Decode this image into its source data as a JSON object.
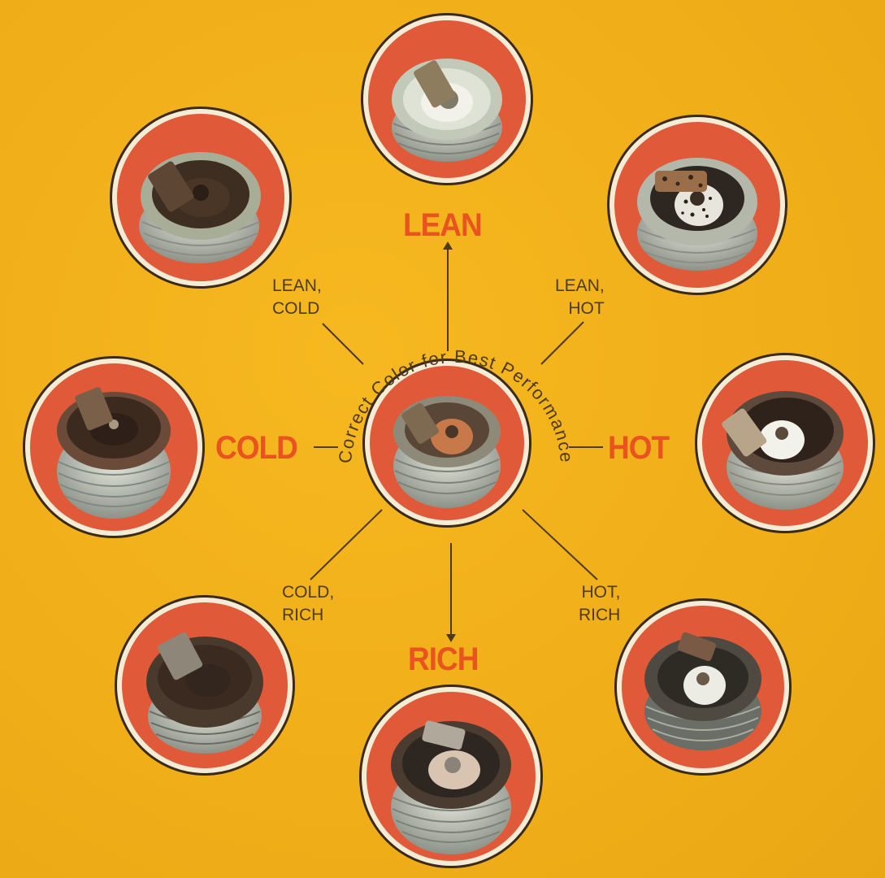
{
  "diagram": {
    "title_arc_text": "Correct Color for Best Performance",
    "background_color": "#f1b21c",
    "accent_color": "#e8531f",
    "ring_color": "#e05a3a",
    "line_color": "#4e3b14",
    "axis_labels": {
      "top": "LEAN",
      "left": "COLD",
      "right": "HOT",
      "bottom": "RICH"
    },
    "diagonal_labels": {
      "top_left": "LEAN,\nCOLD",
      "top_right": "LEAN,\nHOT",
      "bottom_left": "COLD,\nRICH",
      "bottom_right": "HOT,\nRICH"
    },
    "plugs": [
      {
        "position": "center",
        "condition": "Correct Color for Best Performance",
        "insulator_color": "#c8794a",
        "deposit": "tan"
      },
      {
        "position": "top",
        "condition": "LEAN",
        "insulator_color": "#e9ece2",
        "deposit": "light gray/white"
      },
      {
        "position": "top-left",
        "condition": "LEAN, COLD",
        "insulator_color": "#4a3626",
        "deposit": "dark"
      },
      {
        "position": "top-right",
        "condition": "LEAN, HOT",
        "insulator_color": "#e8e6dc",
        "deposit": "white with black specks, blistered electrode"
      },
      {
        "position": "left",
        "condition": "COLD",
        "insulator_color": "#3d2a1e",
        "deposit": "dark sooty"
      },
      {
        "position": "right",
        "condition": "HOT",
        "insulator_color": "#f2f2ea",
        "deposit": "white"
      },
      {
        "position": "bottom-left",
        "condition": "COLD, RICH",
        "insulator_color": "#3a2a20",
        "deposit": "black sooty"
      },
      {
        "position": "bottom-right",
        "condition": "HOT, RICH",
        "insulator_color": "#ecece4",
        "deposit": "white insulator, dark shell"
      },
      {
        "position": "bottom",
        "condition": "RICH",
        "insulator_color": "#d8c4b0",
        "deposit": "dark shell, light insulator"
      }
    ]
  }
}
